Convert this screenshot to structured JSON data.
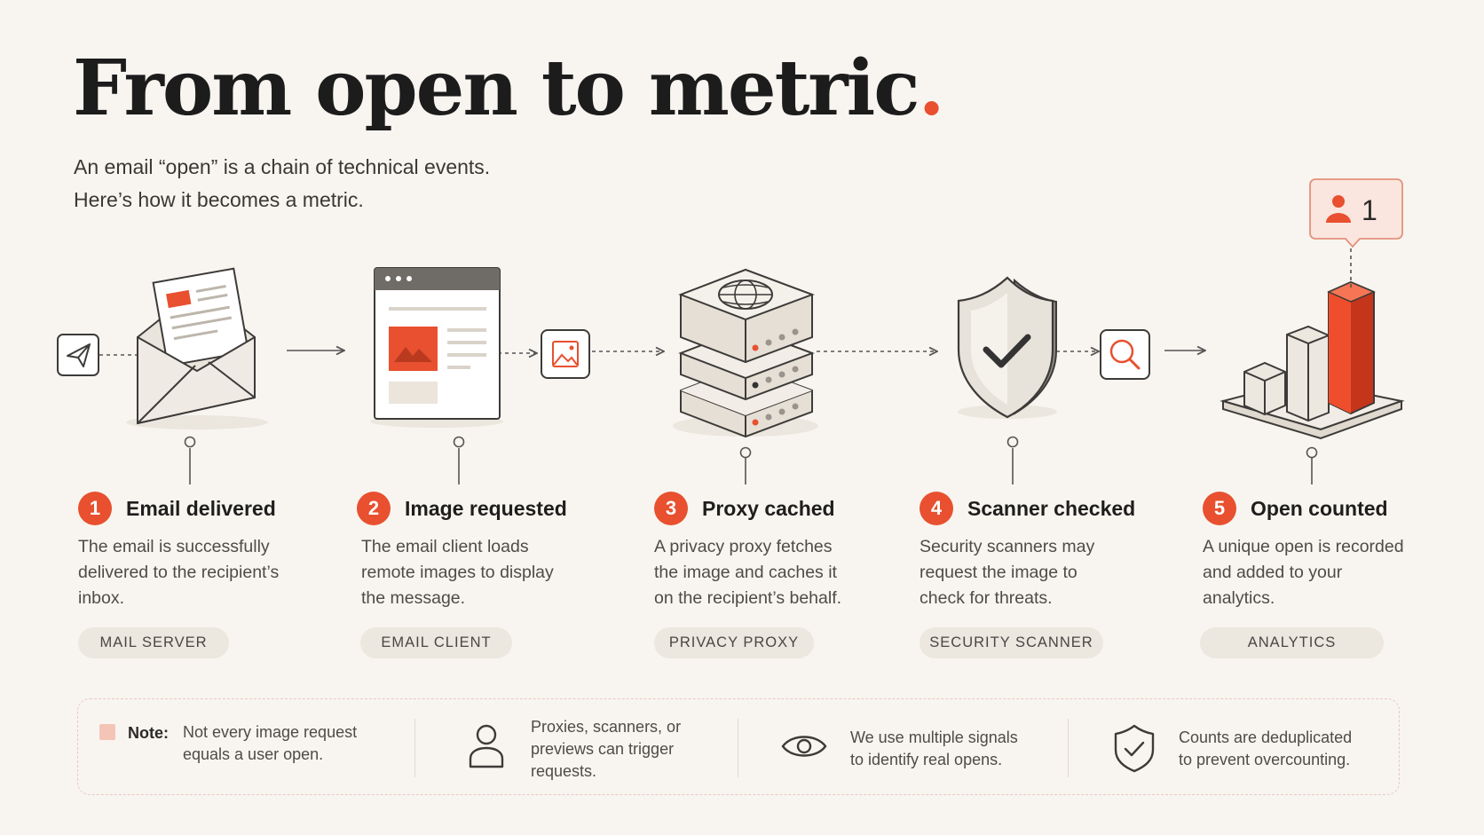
{
  "header": {
    "title": "From open to metric",
    "title_dot": ".",
    "subtitle_lines": [
      "An email “open” is a chain of technical events.",
      "Here’s how it becomes a metric."
    ]
  },
  "colors": {
    "accent": "#e8502f",
    "background": "#f8f5f0",
    "tag_bg": "#ece7df",
    "text": "#2b2a29"
  },
  "counter_badge": {
    "icon": "user-icon",
    "value": "1"
  },
  "steps": [
    {
      "number": "1",
      "title": "Email delivered",
      "icon": "envelope-icon",
      "desc": [
        "The email is successfully",
        "delivered to the recipient’s",
        "inbox."
      ],
      "tag": "MAIL SERVER"
    },
    {
      "number": "2",
      "title": "Image requested",
      "icon": "browser-window-icon",
      "desc": [
        "The email client loads",
        "remote images to display",
        "the message."
      ],
      "tag": "EMAIL CLIENT"
    },
    {
      "number": "3",
      "title": "Proxy cached",
      "icon": "server-stack-icon",
      "desc": [
        "A privacy proxy fetches",
        "the image and caches it",
        "on the recipient’s behalf."
      ],
      "tag": "PRIVACY PROXY"
    },
    {
      "number": "4",
      "title": "Scanner checked",
      "icon": "shield-check-icon",
      "desc": [
        "Security scanners may",
        "request the image to",
        "check for threats."
      ],
      "tag": "SECURITY SCANNER"
    },
    {
      "number": "5",
      "title": "Open counted",
      "icon": "bar-chart-icon",
      "desc": [
        "A unique open is recorded",
        "and added to your",
        "analytics."
      ],
      "tag": "ANALYTICS"
    }
  ],
  "note": {
    "label": "Note:",
    "items": [
      {
        "lines": [
          "Not every image request",
          "equals a user open."
        ]
      },
      {
        "icon": "person-icon",
        "lines": [
          "Proxies, scanners, or",
          "previews can trigger",
          "requests."
        ]
      },
      {
        "icon": "eye-icon",
        "lines": [
          "We use multiple signals",
          "to identify real opens."
        ]
      },
      {
        "icon": "shield-check-icon",
        "lines": [
          "Counts are deduplicated",
          "to prevent overcounting."
        ]
      }
    ]
  }
}
